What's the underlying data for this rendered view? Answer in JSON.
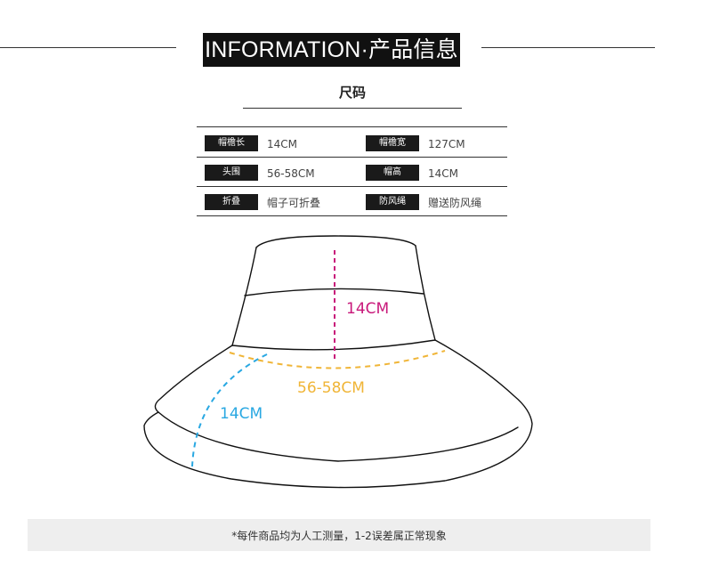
{
  "header": {
    "title": "INFORMATION·产品信息"
  },
  "section": {
    "title": "尺码"
  },
  "specs": [
    {
      "label": "帽檐长",
      "value": "14CM"
    },
    {
      "label": "帽檐宽",
      "value": "127CM"
    },
    {
      "label": "头围",
      "value": "56-58CM"
    },
    {
      "label": "帽高",
      "value": "14CM"
    },
    {
      "label": "折叠",
      "value": "帽子可折叠"
    },
    {
      "label": "防风绳",
      "value": "赠送防风绳"
    }
  ],
  "diagram": {
    "height_label": "14CM",
    "circumference_label": "56-58CM",
    "brim_label": "14CM",
    "colors": {
      "height": "#c8187a",
      "circumference": "#f0b537",
      "brim": "#29a8e2",
      "outline": "#111111"
    }
  },
  "footer": {
    "note": "*每件商品均为人工测量，1-2误差属正常现象"
  }
}
